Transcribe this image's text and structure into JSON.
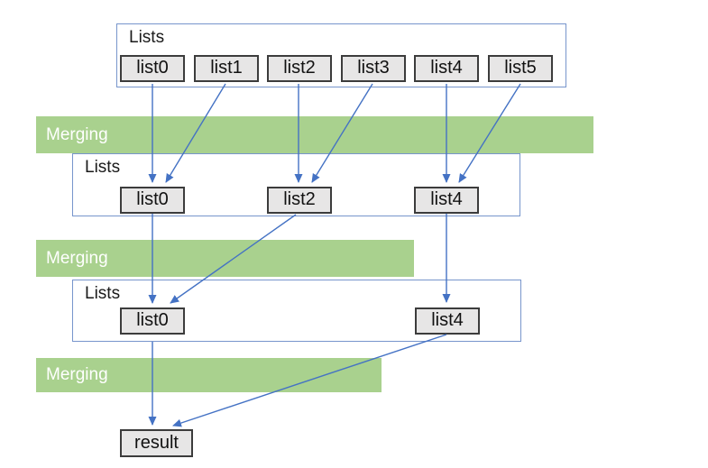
{
  "groups": [
    {
      "label": "Lists",
      "items": [
        "list0",
        "list1",
        "list2",
        "list3",
        "list4",
        "list5"
      ]
    },
    {
      "label": "Lists",
      "items": [
        "list0",
        "list2",
        "list4"
      ]
    },
    {
      "label": "Lists",
      "items": [
        "list0",
        "list4"
      ]
    }
  ],
  "bars": [
    {
      "label": "Merging"
    },
    {
      "label": "Merging"
    },
    {
      "label": "Merging"
    }
  ],
  "result": {
    "label": "result"
  },
  "edges": [
    {
      "from": "stage1.list0",
      "to": "stage2.list0"
    },
    {
      "from": "stage1.list1",
      "to": "stage2.list0"
    },
    {
      "from": "stage1.list2",
      "to": "stage2.list2"
    },
    {
      "from": "stage1.list3",
      "to": "stage2.list2"
    },
    {
      "from": "stage1.list4",
      "to": "stage2.list4"
    },
    {
      "from": "stage1.list5",
      "to": "stage2.list4"
    },
    {
      "from": "stage2.list0",
      "to": "stage3.list0"
    },
    {
      "from": "stage2.list2",
      "to": "stage3.list0"
    },
    {
      "from": "stage2.list4",
      "to": "stage3.list4"
    },
    {
      "from": "stage3.list0",
      "to": "result"
    },
    {
      "from": "stage3.list4",
      "to": "result"
    }
  ],
  "colors": {
    "bar_green": "#a9d18e",
    "bar_text": "#ffffff",
    "box_fill": "#e7e6e6",
    "box_border": "#3c3c3c",
    "group_border": "#7795cc",
    "arrow": "#4472c4"
  }
}
